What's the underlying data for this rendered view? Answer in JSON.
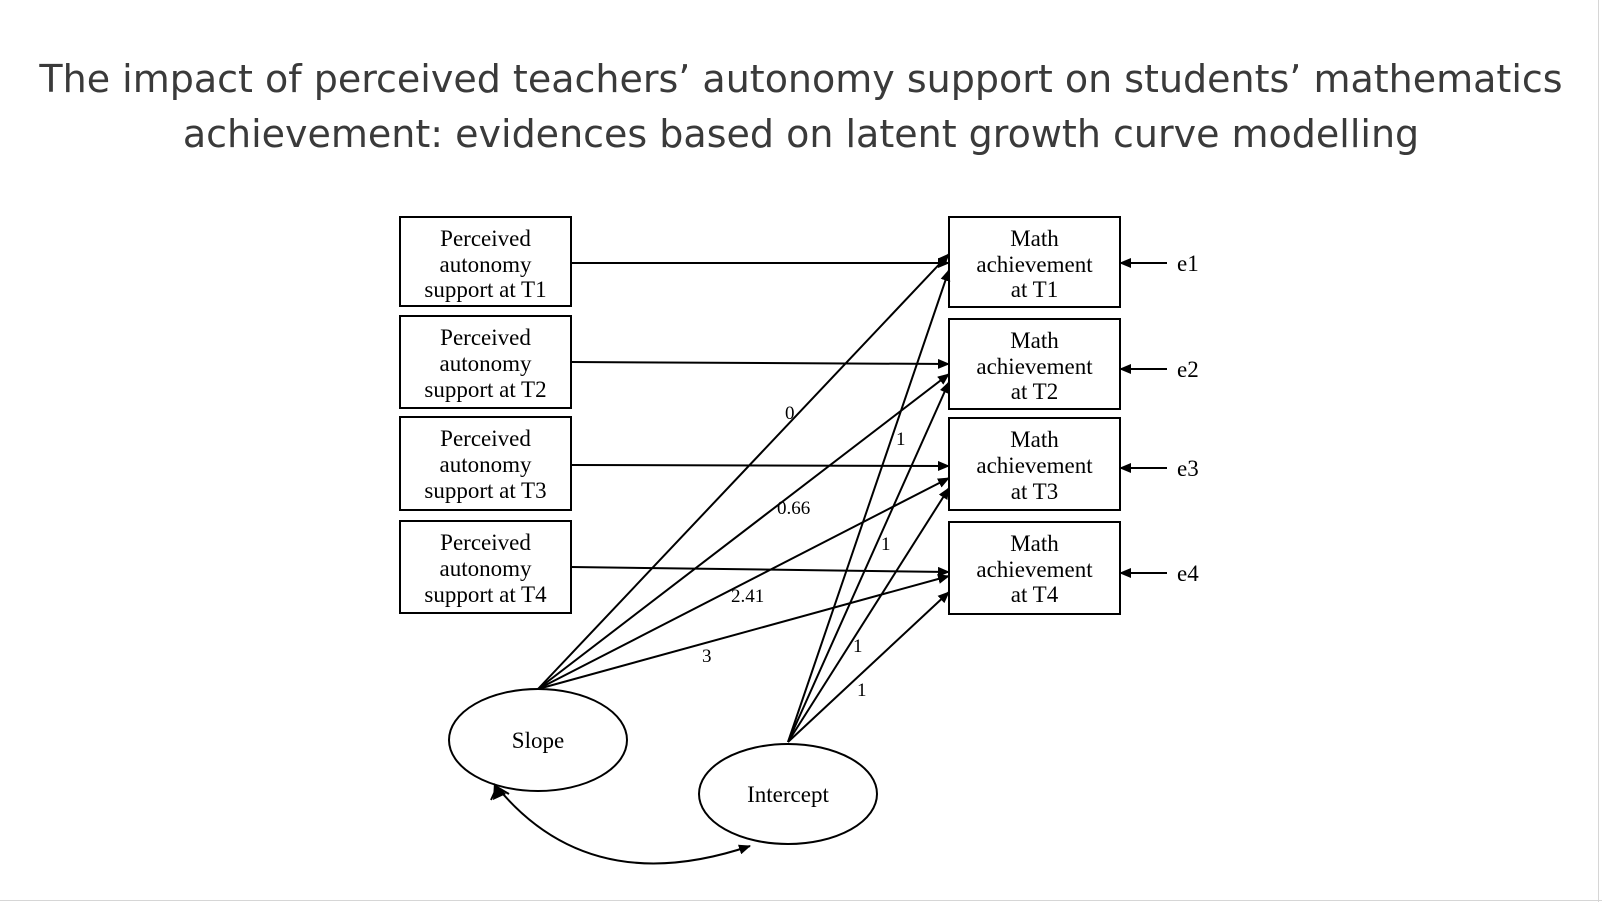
{
  "title": {
    "line1": "The impact of perceived teachers’ autonomy support on students’ mathematics",
    "line2": "achievement: evidences based on latent growth curve modelling"
  },
  "left_boxes": [
    {
      "lines": [
        "Perceived",
        "autonomy",
        "support at T1"
      ]
    },
    {
      "lines": [
        "Perceived",
        "autonomy",
        "support at T2"
      ]
    },
    {
      "lines": [
        "Perceived",
        "autonomy",
        "support at T3"
      ]
    },
    {
      "lines": [
        "Perceived",
        "autonomy",
        "support at T4"
      ]
    }
  ],
  "right_boxes": [
    {
      "lines": [
        "Math",
        "achievement",
        "at T1"
      ]
    },
    {
      "lines": [
        "Math",
        "achievement",
        "at T2"
      ]
    },
    {
      "lines": [
        "Math",
        "achievement",
        "at T3"
      ]
    },
    {
      "lines": [
        "Math",
        "achievement",
        "at T4"
      ]
    }
  ],
  "errors": [
    "e1",
    "e2",
    "e3",
    "e4"
  ],
  "latent": {
    "slope": "Slope",
    "intercept": "Intercept"
  },
  "slope_loadings": [
    "0",
    "0.66",
    "2.41",
    "3"
  ],
  "intercept_loadings": [
    "1",
    "1",
    "1",
    "1"
  ]
}
